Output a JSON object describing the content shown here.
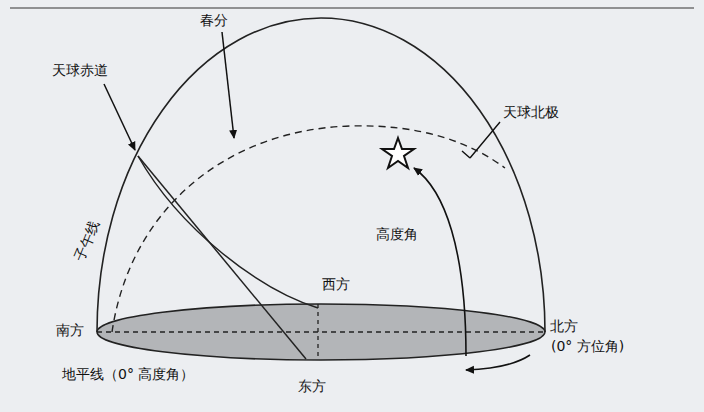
{
  "diagram": {
    "labels": [
      "天球赤道",
      "春分",
      "天球北极",
      "子午线",
      "高度角",
      "西方",
      "南方",
      "北方",
      "(0° 方位角)",
      "地平线（0° 高度角）",
      "东方"
    ]
  }
}
